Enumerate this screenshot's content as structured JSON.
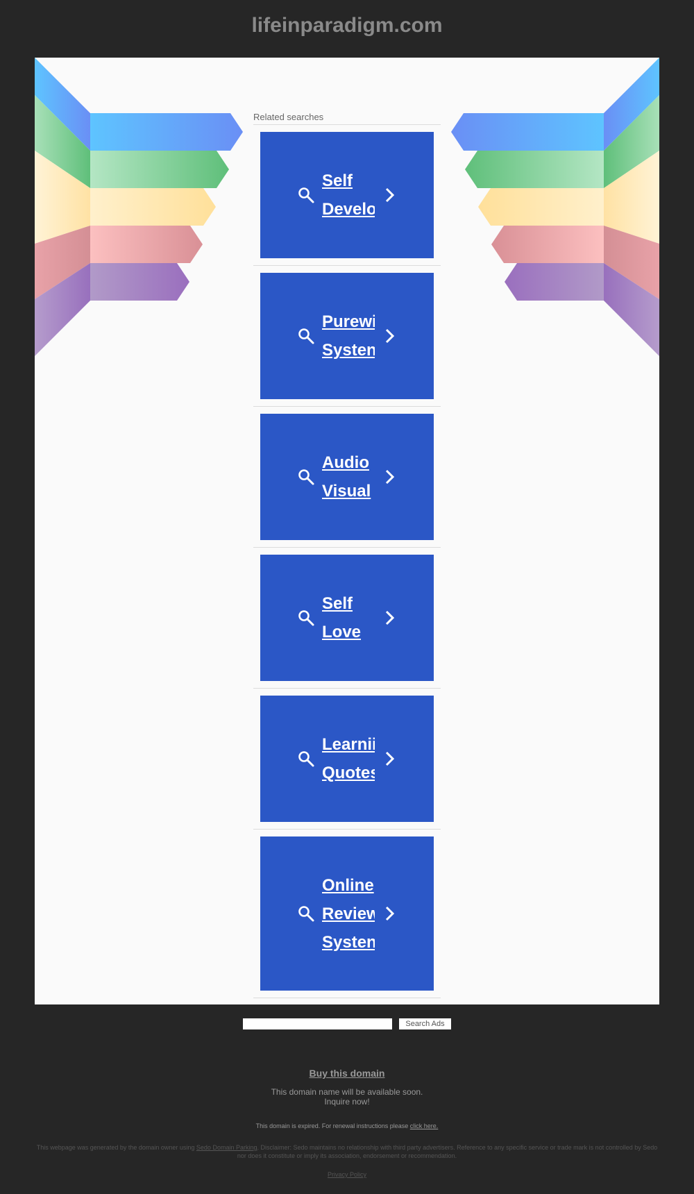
{
  "header": {
    "site_title": "lifeinparadigm.com"
  },
  "related": {
    "heading": "Related searches",
    "items": [
      {
        "line1": "Self",
        "line2": "Develo",
        "line3": ""
      },
      {
        "line1": "Purewi",
        "line2": "Systen",
        "line3": ""
      },
      {
        "line1": "Audio",
        "line2": "Visual",
        "line3": ""
      },
      {
        "line1": "Self",
        "line2": "Love",
        "line3": ""
      },
      {
        "line1": "Learnii",
        "line2": "Quotes",
        "line3": ""
      },
      {
        "line1": "Online",
        "line2": "Review",
        "line3": "Systen"
      }
    ]
  },
  "search": {
    "placeholder": "",
    "button_label": "Search Ads"
  },
  "footer": {
    "buy_domain": "Buy this domain",
    "available_line1": "This domain name will be available soon.",
    "available_line2": "Inquire now!",
    "expired_text": "This domain is expired. For renewal instructions please",
    "expired_link": "click here.",
    "disclaimer_pre": "This webpage was generated by the domain owner using",
    "disclaimer_link": "Sedo Domain Parking",
    "disclaimer_post": ". Disclaimer: Sedo maintains no relationship with third party advertisers. Reference to any specific service or trade mark is not controlled by Sedo nor does it constitute or imply its association, endorsement or recommendation.",
    "privacy": "Privacy Policy"
  },
  "colors": {
    "page_bg": "#262626",
    "container_bg": "#fafafa",
    "tile_bg": "#2b57c6",
    "title_color": "#8a8a8a"
  },
  "icons": {
    "search": "search-icon",
    "chevron": "chevron-right-icon"
  }
}
